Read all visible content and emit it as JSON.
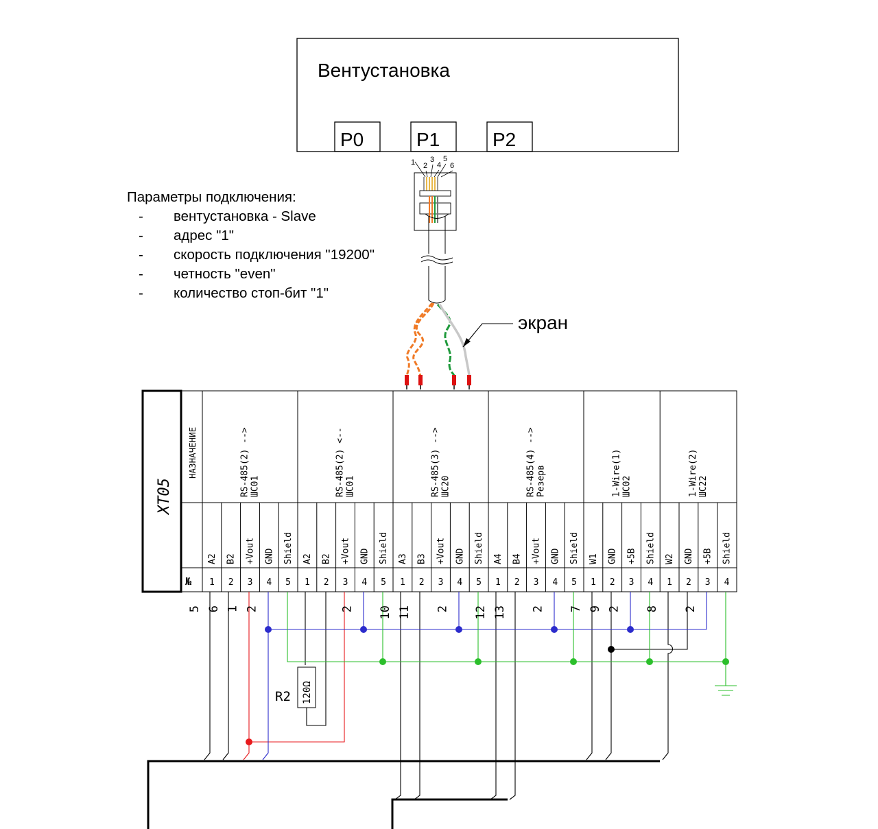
{
  "unit": {
    "title": "Вентустановка",
    "ports": [
      "P0",
      "P1",
      "P2"
    ]
  },
  "plug_pins": [
    "1",
    "2",
    "3",
    "4",
    "5",
    "6"
  ],
  "params": {
    "heading": "Параметры подключения:",
    "dash": "-",
    "items": [
      "вентустановка - Slave",
      "адрес \"1\"",
      "скорость подключения \"19200\"",
      "четность \"even\"",
      "количество стоп-бит \"1\""
    ]
  },
  "shield_label": "экран",
  "terminal_block": {
    "name": "XT05",
    "header_purpose": "НАЗНАЧЕНИЕ",
    "header_number": "№",
    "groups": [
      {
        "title": "RS-485(2)  -->",
        "subtitle": "ШС01"
      },
      {
        "title": "RS-485(2)  <--",
        "subtitle": "ШС01"
      },
      {
        "title": "RS-485(3)  -->",
        "subtitle": "ШС20"
      },
      {
        "title": "RS-485(4)  -->",
        "subtitle": "Резерв"
      },
      {
        "title": "1-Wire(1)",
        "subtitle": "ШС02"
      },
      {
        "title": "1-Wire(2)",
        "subtitle": "ШС22"
      }
    ],
    "signals": [
      "A2",
      "B2",
      "+Vout",
      "GND",
      "Shield",
      "A2",
      "B2",
      "+Vout",
      "GND",
      "Shield",
      "A3",
      "B3",
      "+Vout",
      "GND",
      "Shield",
      "A4",
      "B4",
      "+Vout",
      "GND",
      "Shield",
      "W1",
      "GND",
      "+5В",
      "Shield",
      "W2",
      "GND",
      "+5В",
      "Shield"
    ],
    "numbers": [
      "1",
      "2",
      "3",
      "4",
      "5",
      "1",
      "2",
      "3",
      "4",
      "5",
      "1",
      "2",
      "3",
      "4",
      "5",
      "1",
      "2",
      "3",
      "4",
      "5",
      "1",
      "2",
      "3",
      "4",
      "1",
      "2",
      "3",
      "4"
    ]
  },
  "wire_numbers": [
    "5",
    "6",
    "1",
    "2",
    "2",
    "10",
    "11",
    "2",
    "12",
    "13",
    "2",
    "7",
    "9",
    "2",
    "8",
    "2"
  ],
  "resistor": {
    "ref": "R2",
    "value": "120Ω"
  },
  "colors": {
    "outline": "#000000",
    "power": "#e8191c",
    "ground_bus": "#2bbf2b",
    "gnd_bus": "#2c2ccc",
    "cable_orange": "#f07a26",
    "cable_green": "#1f9a3c",
    "cable_shield": "#c8c8c8"
  }
}
